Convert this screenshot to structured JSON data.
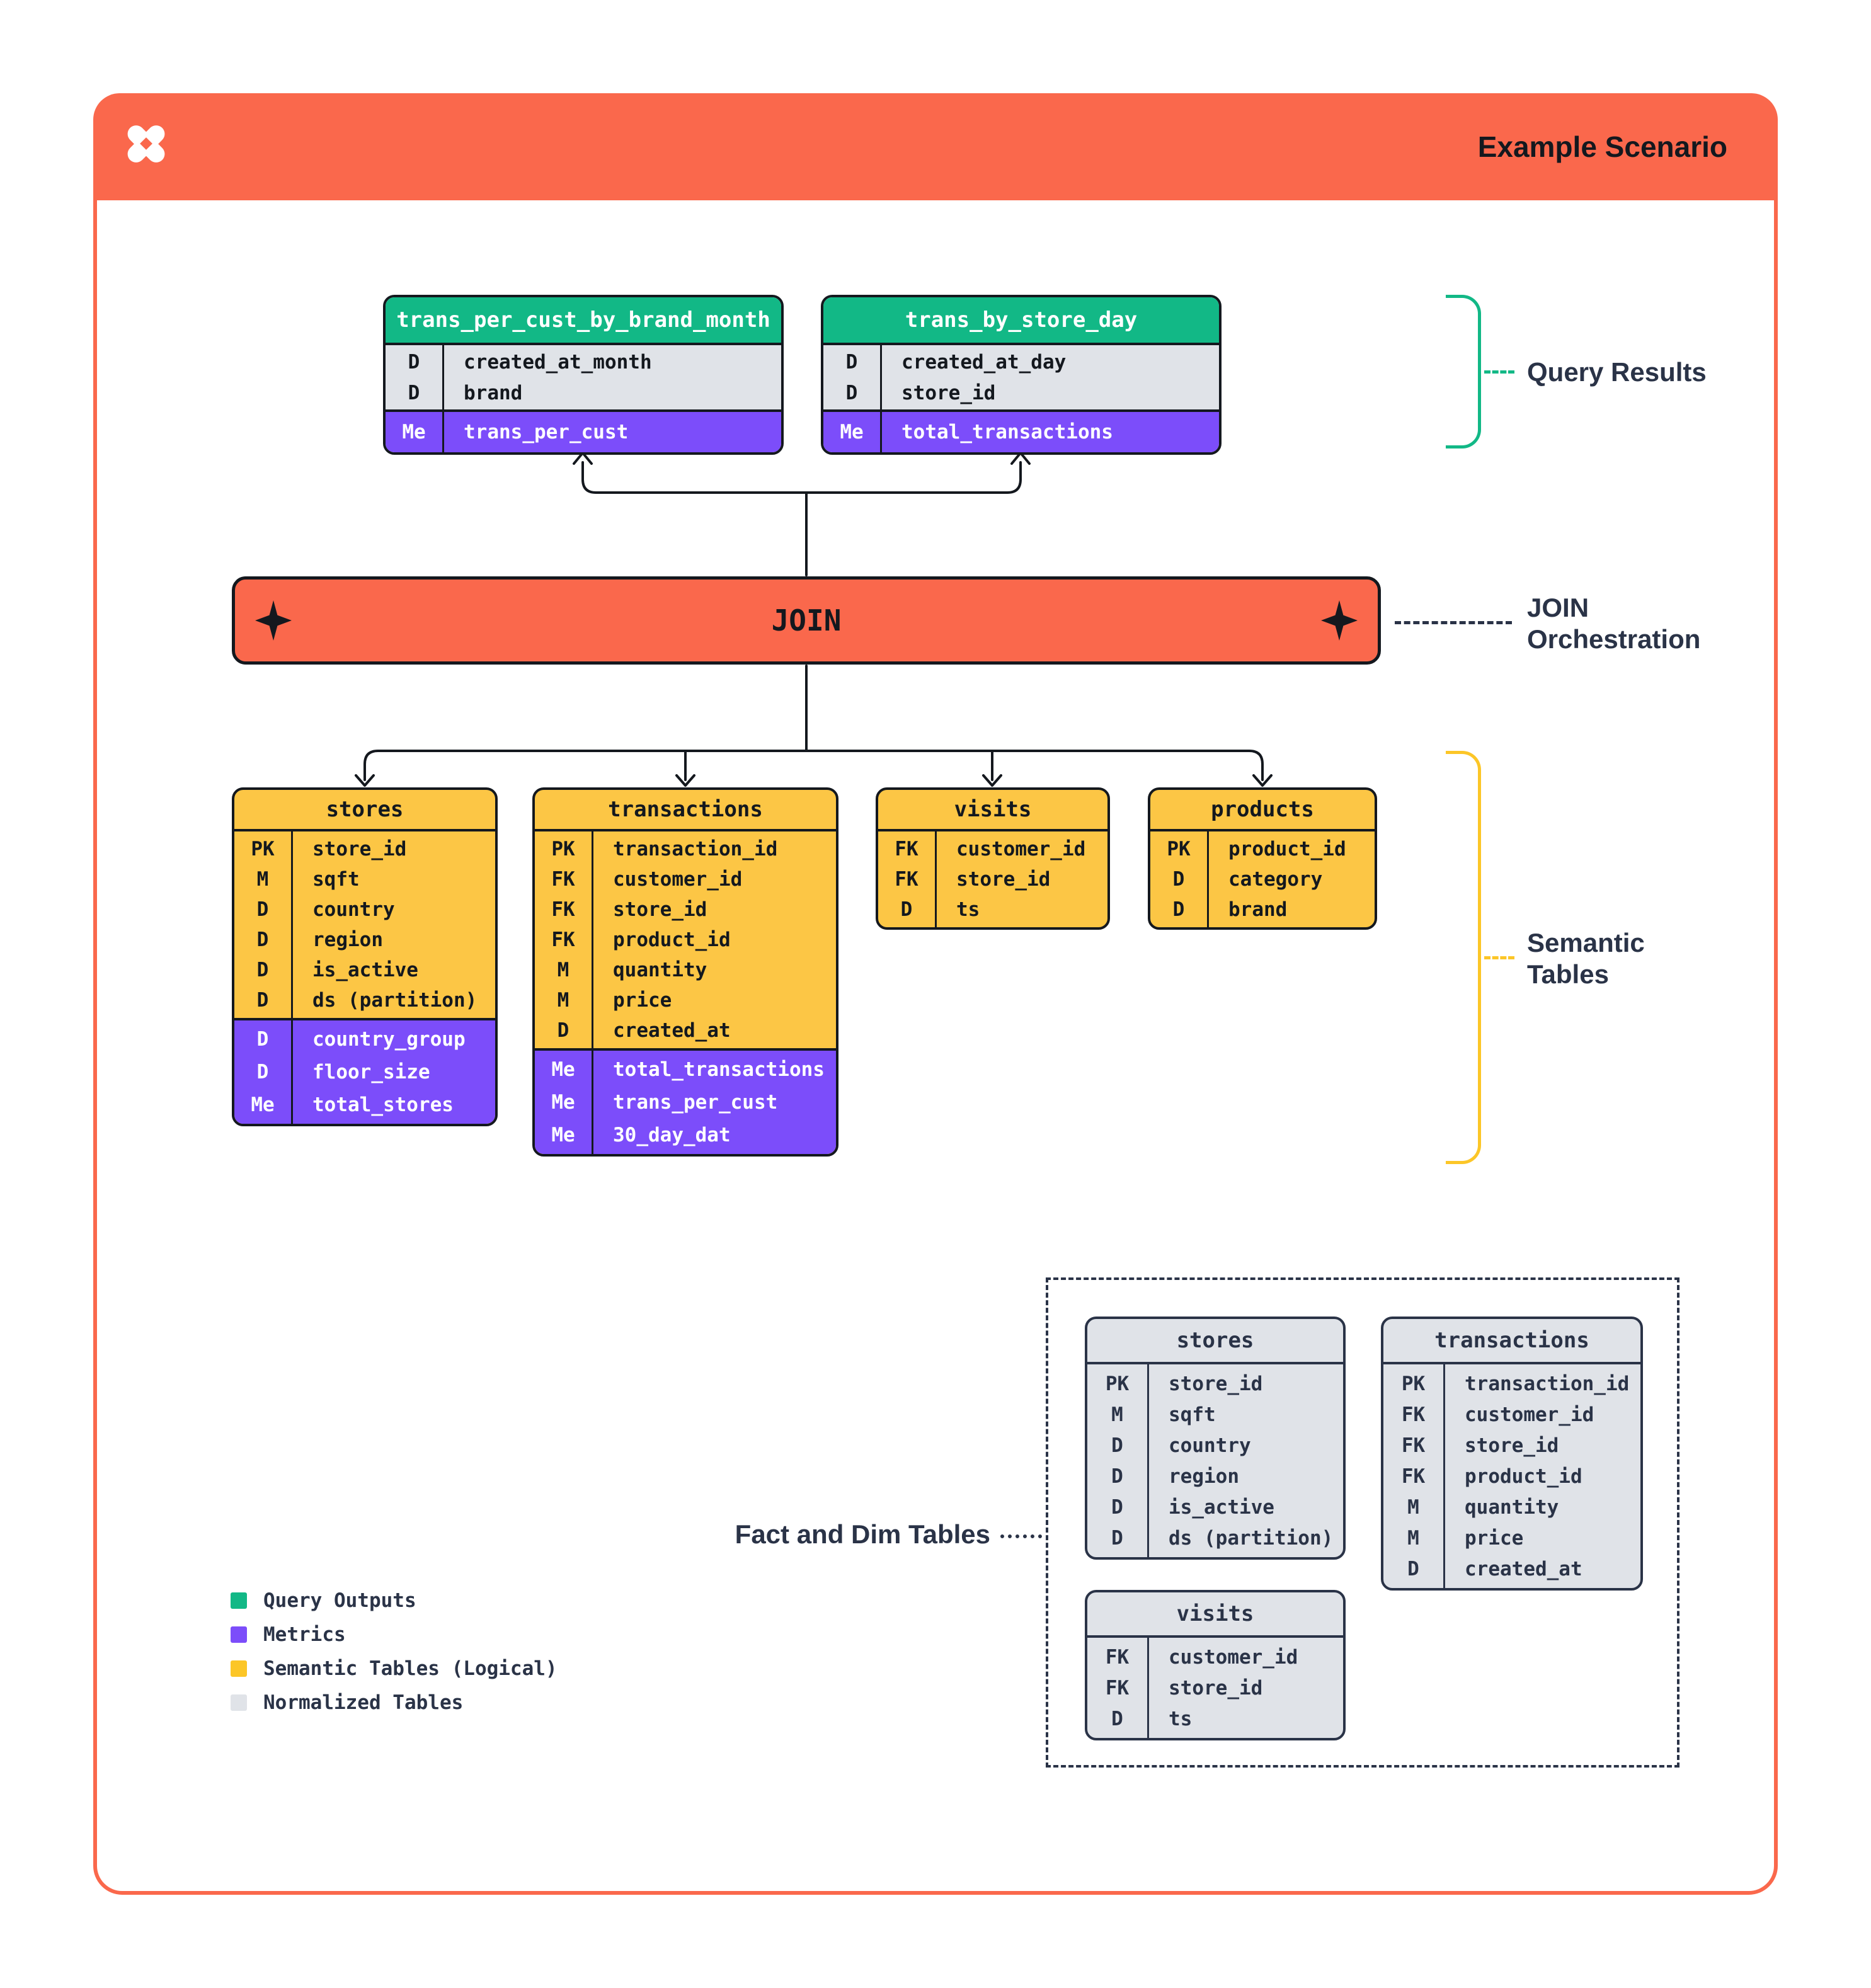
{
  "header": {
    "title": "Example Scenario"
  },
  "palette": {
    "orange": "#FA684C",
    "green_query_outputs": "#12B886",
    "purple_metrics": "#7C4DFA",
    "yellow_semantic": "#FCC645",
    "gray_normalized": "#E0E3E8",
    "ink": "#14181E",
    "navy": "#2A3347"
  },
  "join_bar": {
    "label": "JOIN"
  },
  "annotations": {
    "query_results": "Query Results",
    "join_orchestration": {
      "line1": "JOIN",
      "line2": "Orchestration"
    },
    "semantic_tables": {
      "line1": "Semantic",
      "line2": "Tables"
    },
    "fact_and_dim": "Fact and Dim Tables"
  },
  "query_tables": [
    {
      "name": "trans_per_cust_by_brand_month",
      "rows": [
        {
          "k": "D",
          "n": "created_at_month"
        },
        {
          "k": "D",
          "n": "brand"
        }
      ],
      "metrics": [
        {
          "k": "Me",
          "n": "trans_per_cust"
        }
      ]
    },
    {
      "name": "trans_by_store_day",
      "rows": [
        {
          "k": "D",
          "n": "created_at_day"
        },
        {
          "k": "D",
          "n": "store_id"
        }
      ],
      "metrics": [
        {
          "k": "Me",
          "n": "total_transactions"
        }
      ]
    }
  ],
  "semantic_tables": [
    {
      "name": "stores",
      "rows": [
        {
          "k": "PK",
          "n": "store_id"
        },
        {
          "k": "M",
          "n": "sqft"
        },
        {
          "k": "D",
          "n": "country"
        },
        {
          "k": "D",
          "n": "region"
        },
        {
          "k": "D",
          "n": "is_active"
        },
        {
          "k": "D",
          "n": "ds (partition)"
        }
      ],
      "metrics": [
        {
          "k": "D",
          "n": "country_group"
        },
        {
          "k": "D",
          "n": "floor_size"
        },
        {
          "k": "Me",
          "n": "total_stores"
        }
      ]
    },
    {
      "name": "transactions",
      "rows": [
        {
          "k": "PK",
          "n": "transaction_id"
        },
        {
          "k": "FK",
          "n": "customer_id"
        },
        {
          "k": "FK",
          "n": "store_id"
        },
        {
          "k": "FK",
          "n": "product_id"
        },
        {
          "k": "M",
          "n": "quantity"
        },
        {
          "k": "M",
          "n": "price"
        },
        {
          "k": "D",
          "n": "created_at"
        }
      ],
      "metrics": [
        {
          "k": "Me",
          "n": "total_transactions"
        },
        {
          "k": "Me",
          "n": "trans_per_cust"
        },
        {
          "k": "Me",
          "n": "30_day_dat"
        }
      ]
    },
    {
      "name": "visits",
      "rows": [
        {
          "k": "FK",
          "n": "customer_id"
        },
        {
          "k": "FK",
          "n": "store_id"
        },
        {
          "k": "D",
          "n": "ts"
        }
      ],
      "metrics": []
    },
    {
      "name": "products",
      "rows": [
        {
          "k": "PK",
          "n": "product_id"
        },
        {
          "k": "D",
          "n": "category"
        },
        {
          "k": "D",
          "n": "brand"
        }
      ],
      "metrics": []
    }
  ],
  "normalized_tables": [
    {
      "name": "stores",
      "rows": [
        {
          "k": "PK",
          "n": "store_id"
        },
        {
          "k": "M",
          "n": "sqft"
        },
        {
          "k": "D",
          "n": "country"
        },
        {
          "k": "D",
          "n": "region"
        },
        {
          "k": "D",
          "n": "is_active"
        },
        {
          "k": "D",
          "n": "ds (partition)"
        }
      ]
    },
    {
      "name": "transactions",
      "rows": [
        {
          "k": "PK",
          "n": "transaction_id"
        },
        {
          "k": "FK",
          "n": "customer_id"
        },
        {
          "k": "FK",
          "n": "store_id"
        },
        {
          "k": "FK",
          "n": "product_id"
        },
        {
          "k": "M",
          "n": "quantity"
        },
        {
          "k": "M",
          "n": "price"
        },
        {
          "k": "D",
          "n": "created_at"
        }
      ]
    },
    {
      "name": "visits",
      "rows": [
        {
          "k": "FK",
          "n": "customer_id"
        },
        {
          "k": "FK",
          "n": "store_id"
        },
        {
          "k": "D",
          "n": "ts"
        }
      ]
    }
  ],
  "legend": [
    {
      "label": "Query Outputs",
      "color": "#12B886"
    },
    {
      "label": "Metrics",
      "color": "#7C4DFA"
    },
    {
      "label": "Semantic Tables (Logical)",
      "color": "#FCC627"
    },
    {
      "label": "Normalized Tables",
      "color": "#E0E3E8"
    }
  ]
}
